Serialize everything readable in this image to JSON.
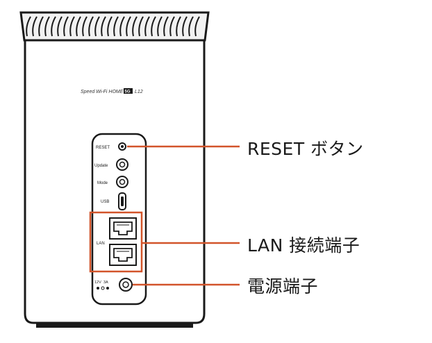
{
  "device": {
    "model_prefix": "Speed Wi-Fi HOME",
    "model_badge": "5G",
    "model_suffix": "L12"
  },
  "ports": {
    "reset": "RESET",
    "update": "Update",
    "mode": "Mode",
    "usb": "USB",
    "lan": "LAN",
    "power": "12V",
    "power_rating": "3A"
  },
  "callouts": {
    "reset_button": "RESET ボタン",
    "lan_ports": "LAN 接続端子",
    "power_port": "電源端子"
  },
  "colors": {
    "leader_line": "#d2542a",
    "outline": "#1a1a1a",
    "body_fill": "#ffffff",
    "fin_fill": "#f2f2f2"
  }
}
